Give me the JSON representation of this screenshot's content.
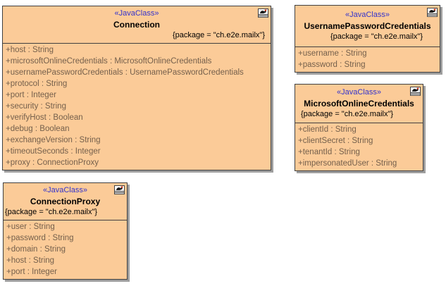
{
  "diagram": {
    "type": "uml-class-diagram",
    "colors": {
      "background": "#FFFFFF",
      "class_fill": "#FBCB98",
      "class_border": "#404040",
      "shadow": "#9E9E9E",
      "stereotype_text": "#3333CC",
      "name_text": "#000000",
      "package_text": "#000000",
      "attribute_text": "#75604C",
      "icon_accent": "#CC2200"
    },
    "classes": [
      {
        "id": "connection",
        "stereotype": "«JavaClass»",
        "name": "Connection",
        "package_note": "{package = \"ch.e2e.mailx\"}",
        "icon": "javaclass-icon",
        "attributes": [
          "+host : String",
          "+microsoftOnlineCredentials : MicrosoftOnlineCredentials",
          "+usernamePasswordCredentials : UsernamePasswordCredentials",
          "+protocol : String",
          "+port : Integer",
          "+security : String",
          "+verifyHost : Boolean",
          "+debug : Boolean",
          "+exchangeVersion : String",
          "+timeoutSeconds : Integer",
          "+proxy : ConnectionProxy"
        ]
      },
      {
        "id": "username-password-credentials",
        "stereotype": "«JavaClass»",
        "name": "UsernamePasswordCredentials",
        "package_note": "{package = \"ch.e2e.mailx\"}",
        "icon": "javaclass-icon",
        "attributes": [
          "+username : String",
          "+password : String"
        ]
      },
      {
        "id": "microsoft-online-credentials",
        "stereotype": "«JavaClass»",
        "name": "MicrosoftOnlineCredentials",
        "package_note": "{package = \"ch.e2e.mailx\"}",
        "icon": "javaclass-icon",
        "attributes": [
          "+clientId : String",
          "+clientSecret : String",
          "+tenantId : String",
          "+impersonatedUser : String"
        ]
      },
      {
        "id": "connection-proxy",
        "stereotype": "«JavaClass»",
        "name": "ConnectionProxy",
        "package_note": "{package = \"ch.e2e.mailx\"}",
        "icon": "javaclass-icon",
        "attributes": [
          "+user : String",
          "+password : String",
          "+domain : String",
          "+host : String",
          "+port : Integer"
        ]
      }
    ]
  }
}
